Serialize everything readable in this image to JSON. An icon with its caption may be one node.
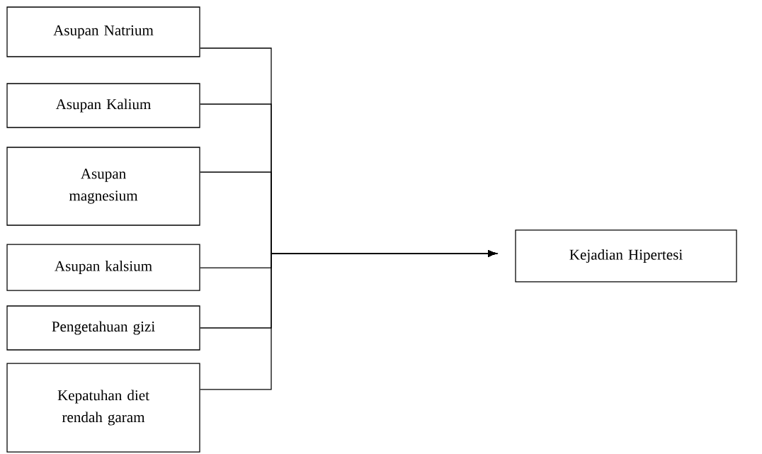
{
  "diagram": {
    "nodes": [
      {
        "text": [
          "Asupan Natrium"
        ]
      },
      {
        "text": [
          "Asupan Kalium"
        ]
      },
      {
        "text": [
          "Asupan magnesium"
        ]
      },
      {
        "text": [
          "Asupan kalsium"
        ]
      },
      {
        "text": [
          "Pengetahuan gizi"
        ]
      },
      {
        "text": [
          "Kepatuhan diet rendah garam"
        ]
      },
      {
        "text": [
          "Kejadian Hipertesi"
        ]
      }
    ],
    "edges": [
      {
        "from": 0,
        "to": 6,
        "arrow": "to"
      },
      {
        "from": 1,
        "to": 6,
        "arrow": "to"
      },
      {
        "from": 2,
        "to": 6,
        "arrow": "to"
      },
      {
        "from": 3,
        "to": 6,
        "arrow": "to"
      },
      {
        "from": 4,
        "to": 6,
        "arrow": "to"
      },
      {
        "from": 5,
        "to": 6,
        "arrow": "to"
      }
    ]
  }
}
